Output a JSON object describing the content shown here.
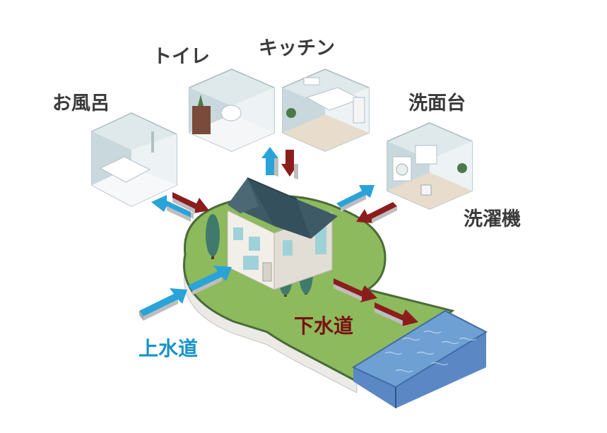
{
  "labels": {
    "bath": "お風呂",
    "toilet": "トイレ",
    "kitchen": "キッチン",
    "washbasin": "洗面台",
    "washer": "洗濯機",
    "supply": "上水道",
    "drain": "下水道"
  },
  "colors": {
    "supply_arrow": "#2aa3d8",
    "drain_arrow": "#8c1d1d",
    "ground": "#8dba5c",
    "water": "#5b88c4",
    "roof": "#3e5a66"
  }
}
